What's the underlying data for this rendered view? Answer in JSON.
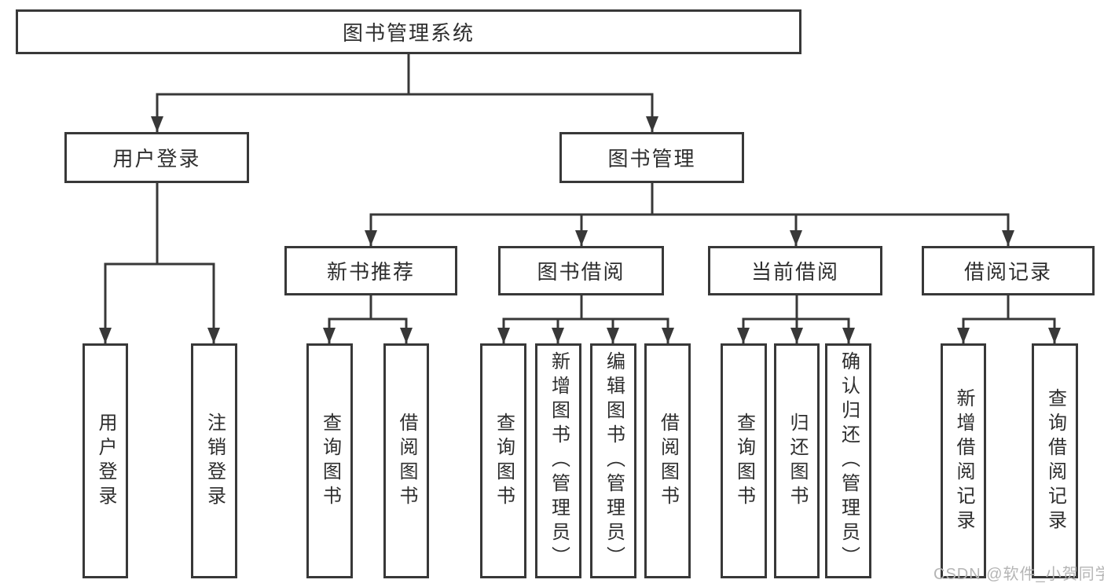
{
  "diagram": {
    "root": {
      "label": "图书管理系统"
    },
    "level2": [
      {
        "label": "用户登录"
      },
      {
        "label": "图书管理"
      }
    ],
    "level3": [
      {
        "label": "新书推荐"
      },
      {
        "label": "图书借阅"
      },
      {
        "label": "当前借阅"
      },
      {
        "label": "借阅记录"
      }
    ],
    "leaves": {
      "user_login": [
        "用户登录",
        "注销登录"
      ],
      "new_book": [
        "查询图书",
        "借阅图书"
      ],
      "book_borrow": [
        "查询图书",
        "新增图书（管理员）",
        "编辑图书（管理员）",
        "借阅图书"
      ],
      "current_borrow": [
        "查询图书",
        "归还图书",
        "确认归还（管理员）"
      ],
      "borrow_records": [
        "新增借阅记录",
        "查询借阅记录"
      ]
    }
  },
  "watermark": {
    "text": "CSDN @软件_小贺同学"
  },
  "colors": {
    "line": "#383838",
    "text": "#2e2e2e",
    "watermark": "#b5b5b5",
    "background": "#ffffff"
  }
}
